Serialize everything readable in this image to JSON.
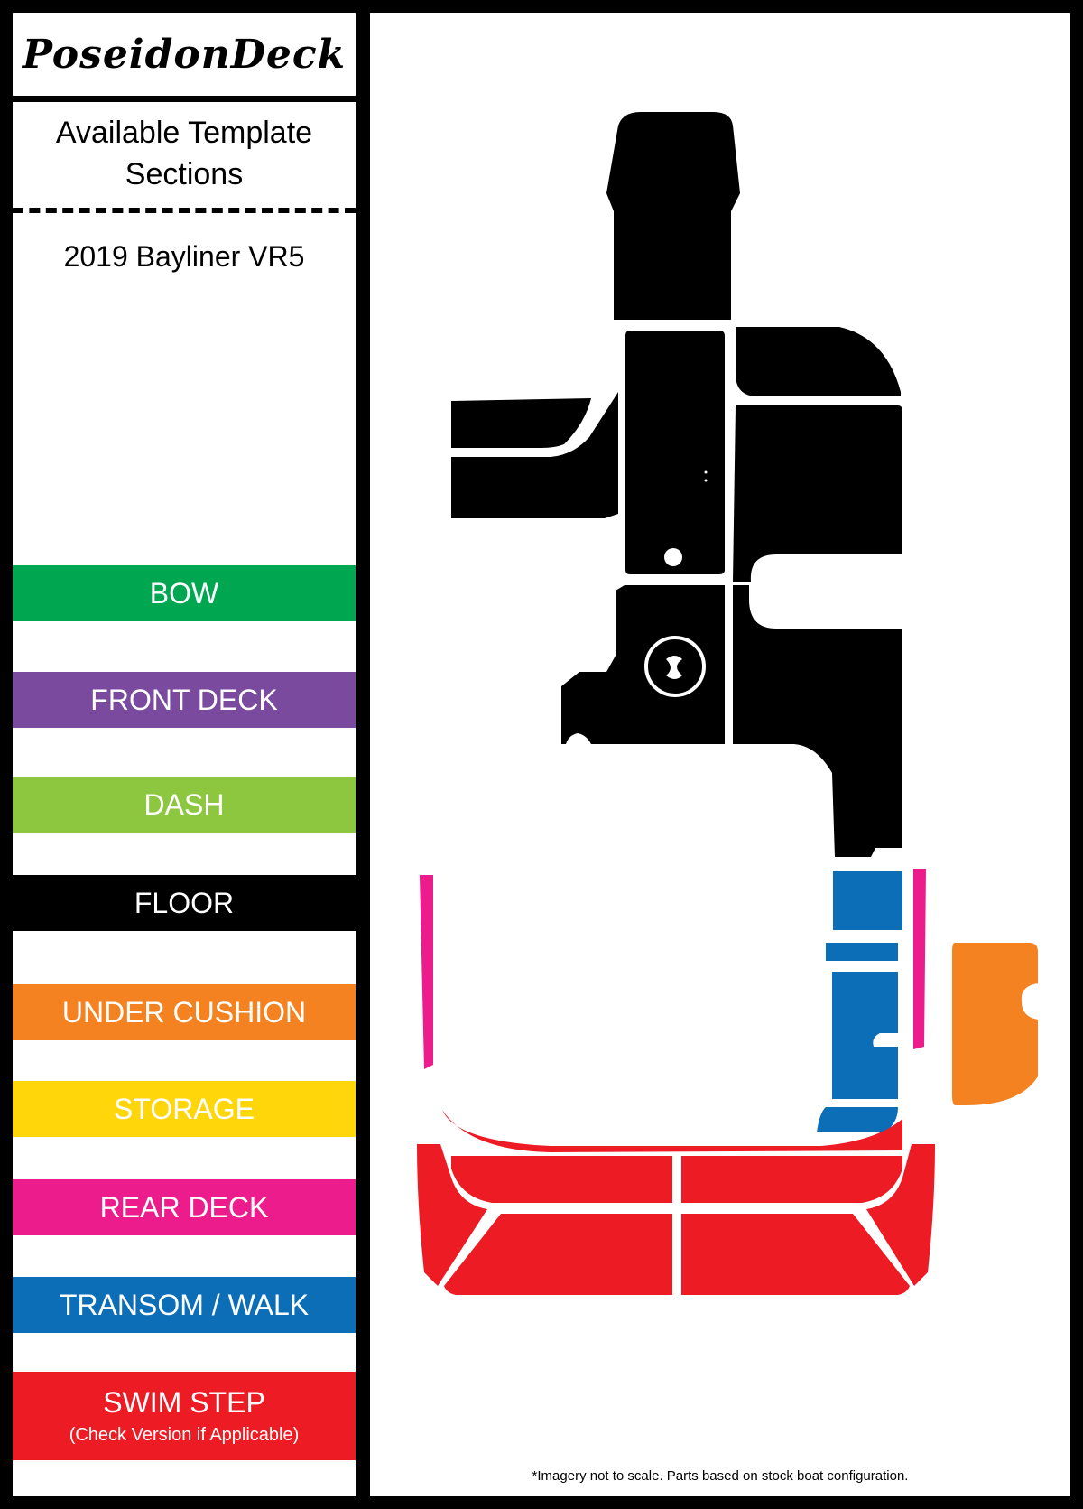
{
  "brand": {
    "logo_text": "PoseidonDeck"
  },
  "header": {
    "available_line1": "Available Template",
    "available_line2": "Sections",
    "model": "2019 Bayliner VR5"
  },
  "legend": [
    {
      "label": "BOW",
      "color": "#00a650"
    },
    {
      "label": "FRONT DECK",
      "color": "#7a4a9e"
    },
    {
      "label": "DASH",
      "color": "#8dc63f"
    },
    {
      "label": "FLOOR",
      "color": "#000000"
    },
    {
      "label": "UNDER CUSHION",
      "color": "#f58220"
    },
    {
      "label": "STORAGE",
      "color": "#ffd60a"
    },
    {
      "label": "REAR DECK",
      "color": "#ec1c8c"
    },
    {
      "label": "TRANSOM / WALK",
      "color": "#0d6eb8"
    },
    {
      "label": "SWIM STEP",
      "sub": "(Check Version if Applicable)",
      "color": "#ed1c24"
    }
  ],
  "footer": {
    "note": "*Imagery not to scale. Parts based on stock boat configuration."
  }
}
